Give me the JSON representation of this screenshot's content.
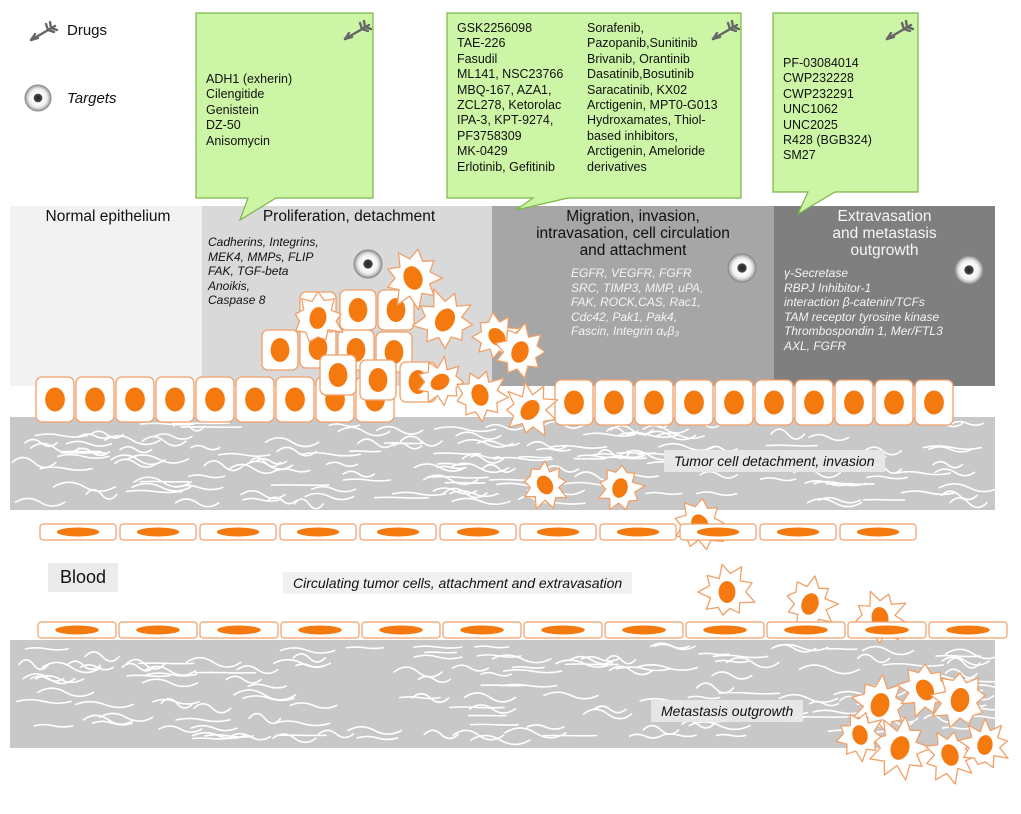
{
  "legend": {
    "drugs_label": "Drugs",
    "targets_label": "Targets"
  },
  "stages": {
    "normal": {
      "title": "Normal epithelium"
    },
    "proliferation": {
      "title": "Proliferation, detachment",
      "targets": "Cadherins, Integrins,\nMEK4, MMPs,  FLIP\nFAK, TGF-beta\nAnoikis,\nCaspase 8",
      "drugs": "ADH1 (exherin)\nCilengitide\nGenistein\nDZ-50\nAnisomycin"
    },
    "migration": {
      "title": "Migration, invasion,\nintravasation, cell circulation\nand attachment",
      "targets": "EGFR, VEGFR, FGFR\nSRC, TIMP3, MMP,  uPA,\nFAK, ROCK,CAS, Rac1,\nCdc42, Pak1, Pak4,\nFascin, Integrin αᵥβ₃",
      "drugs_col1": "GSK2256098\nTAE-226\nFasudil\nML141, NSC23766\nMBQ-167, AZA1,\nZCL278, Ketorolac\nIPA-3,  KPT-9274,\nPF3758309\nMK-0429\nErlotinib, Gefitinib",
      "drugs_col2": "Sorafenib,\nPazopanib,Sunitinib\nBrivanib, Orantinib\nDasatinib,Bosutinib\nSaracatinib, KX02\nArctigenin, MPT0-G013\nHydroxamates, Thiol-\nbased inhibitors,\nArctigenin, Ameloride\nderivatives"
    },
    "extravasation": {
      "title": "Extravasation\nand metastasis\noutgrowth",
      "targets": "γ-Secretase\nRBPJ Inhibitor-1\ninteraction β-catenin/TCFs\nTAM receptor tyrosine kinase\nThrombospondin 1, Mer/FTL3\nAXL, FGFR",
      "drugs": "PF-03084014\nCWP232228\nCWP232291\nUNC1062\nUNC2025\nR428 (BGB324)\nSM27"
    }
  },
  "layers": {
    "invasion_label": "Tumor cell detachment, invasion",
    "blood_label": "Blood",
    "circulating_label": "Circulating tumor cells, attachment and extravasation",
    "outgrowth_label": "Metastasis outgrowth"
  },
  "colors": {
    "callout_fill": "#cdf5a6",
    "callout_stroke": "#7ab648",
    "cell_border": "#f0a068",
    "nucleus": "#f47a10",
    "tissue": "#c8c8c8",
    "stage_normal": "#f2f2f2",
    "stage_proliferation": "#d9d9d9",
    "stage_migration": "#a6a6a6",
    "stage_extravasation": "#7f7f7f"
  },
  "icons": {
    "drug_icon": "arrow-feather-icon",
    "target_icon": "bullseye-icon"
  }
}
